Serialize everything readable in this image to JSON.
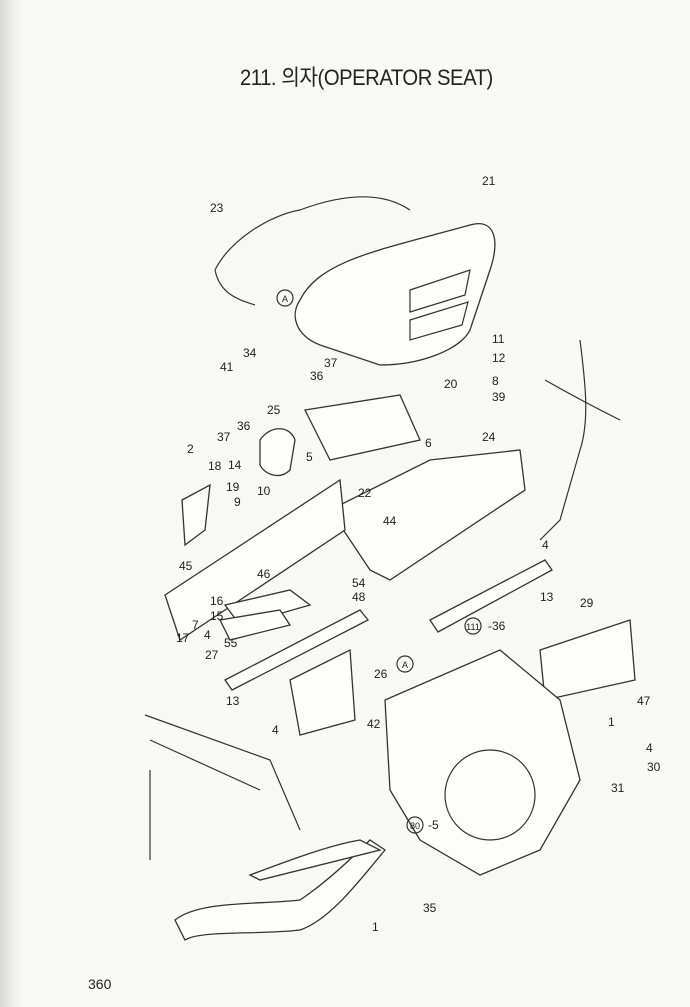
{
  "title": "211. 의자(OPERATOR SEAT)",
  "page_number": "360",
  "callouts": [
    "21",
    "23",
    "A",
    "41",
    "34",
    "11",
    "12",
    "37",
    "36",
    "20",
    "8",
    "39",
    "25",
    "37",
    "36",
    "6",
    "24",
    "2",
    "18",
    "14",
    "5",
    "19",
    "10",
    "22",
    "9",
    "44",
    "4",
    "45",
    "46",
    "54",
    "48",
    "13",
    "29",
    "16",
    "15",
    "7",
    "17",
    "111",
    "-36",
    "4",
    "55",
    "27",
    "A",
    "26",
    "47",
    "13",
    "1",
    "4",
    "42",
    "4",
    "30",
    "31",
    "80",
    "-5",
    "35",
    "1"
  ]
}
